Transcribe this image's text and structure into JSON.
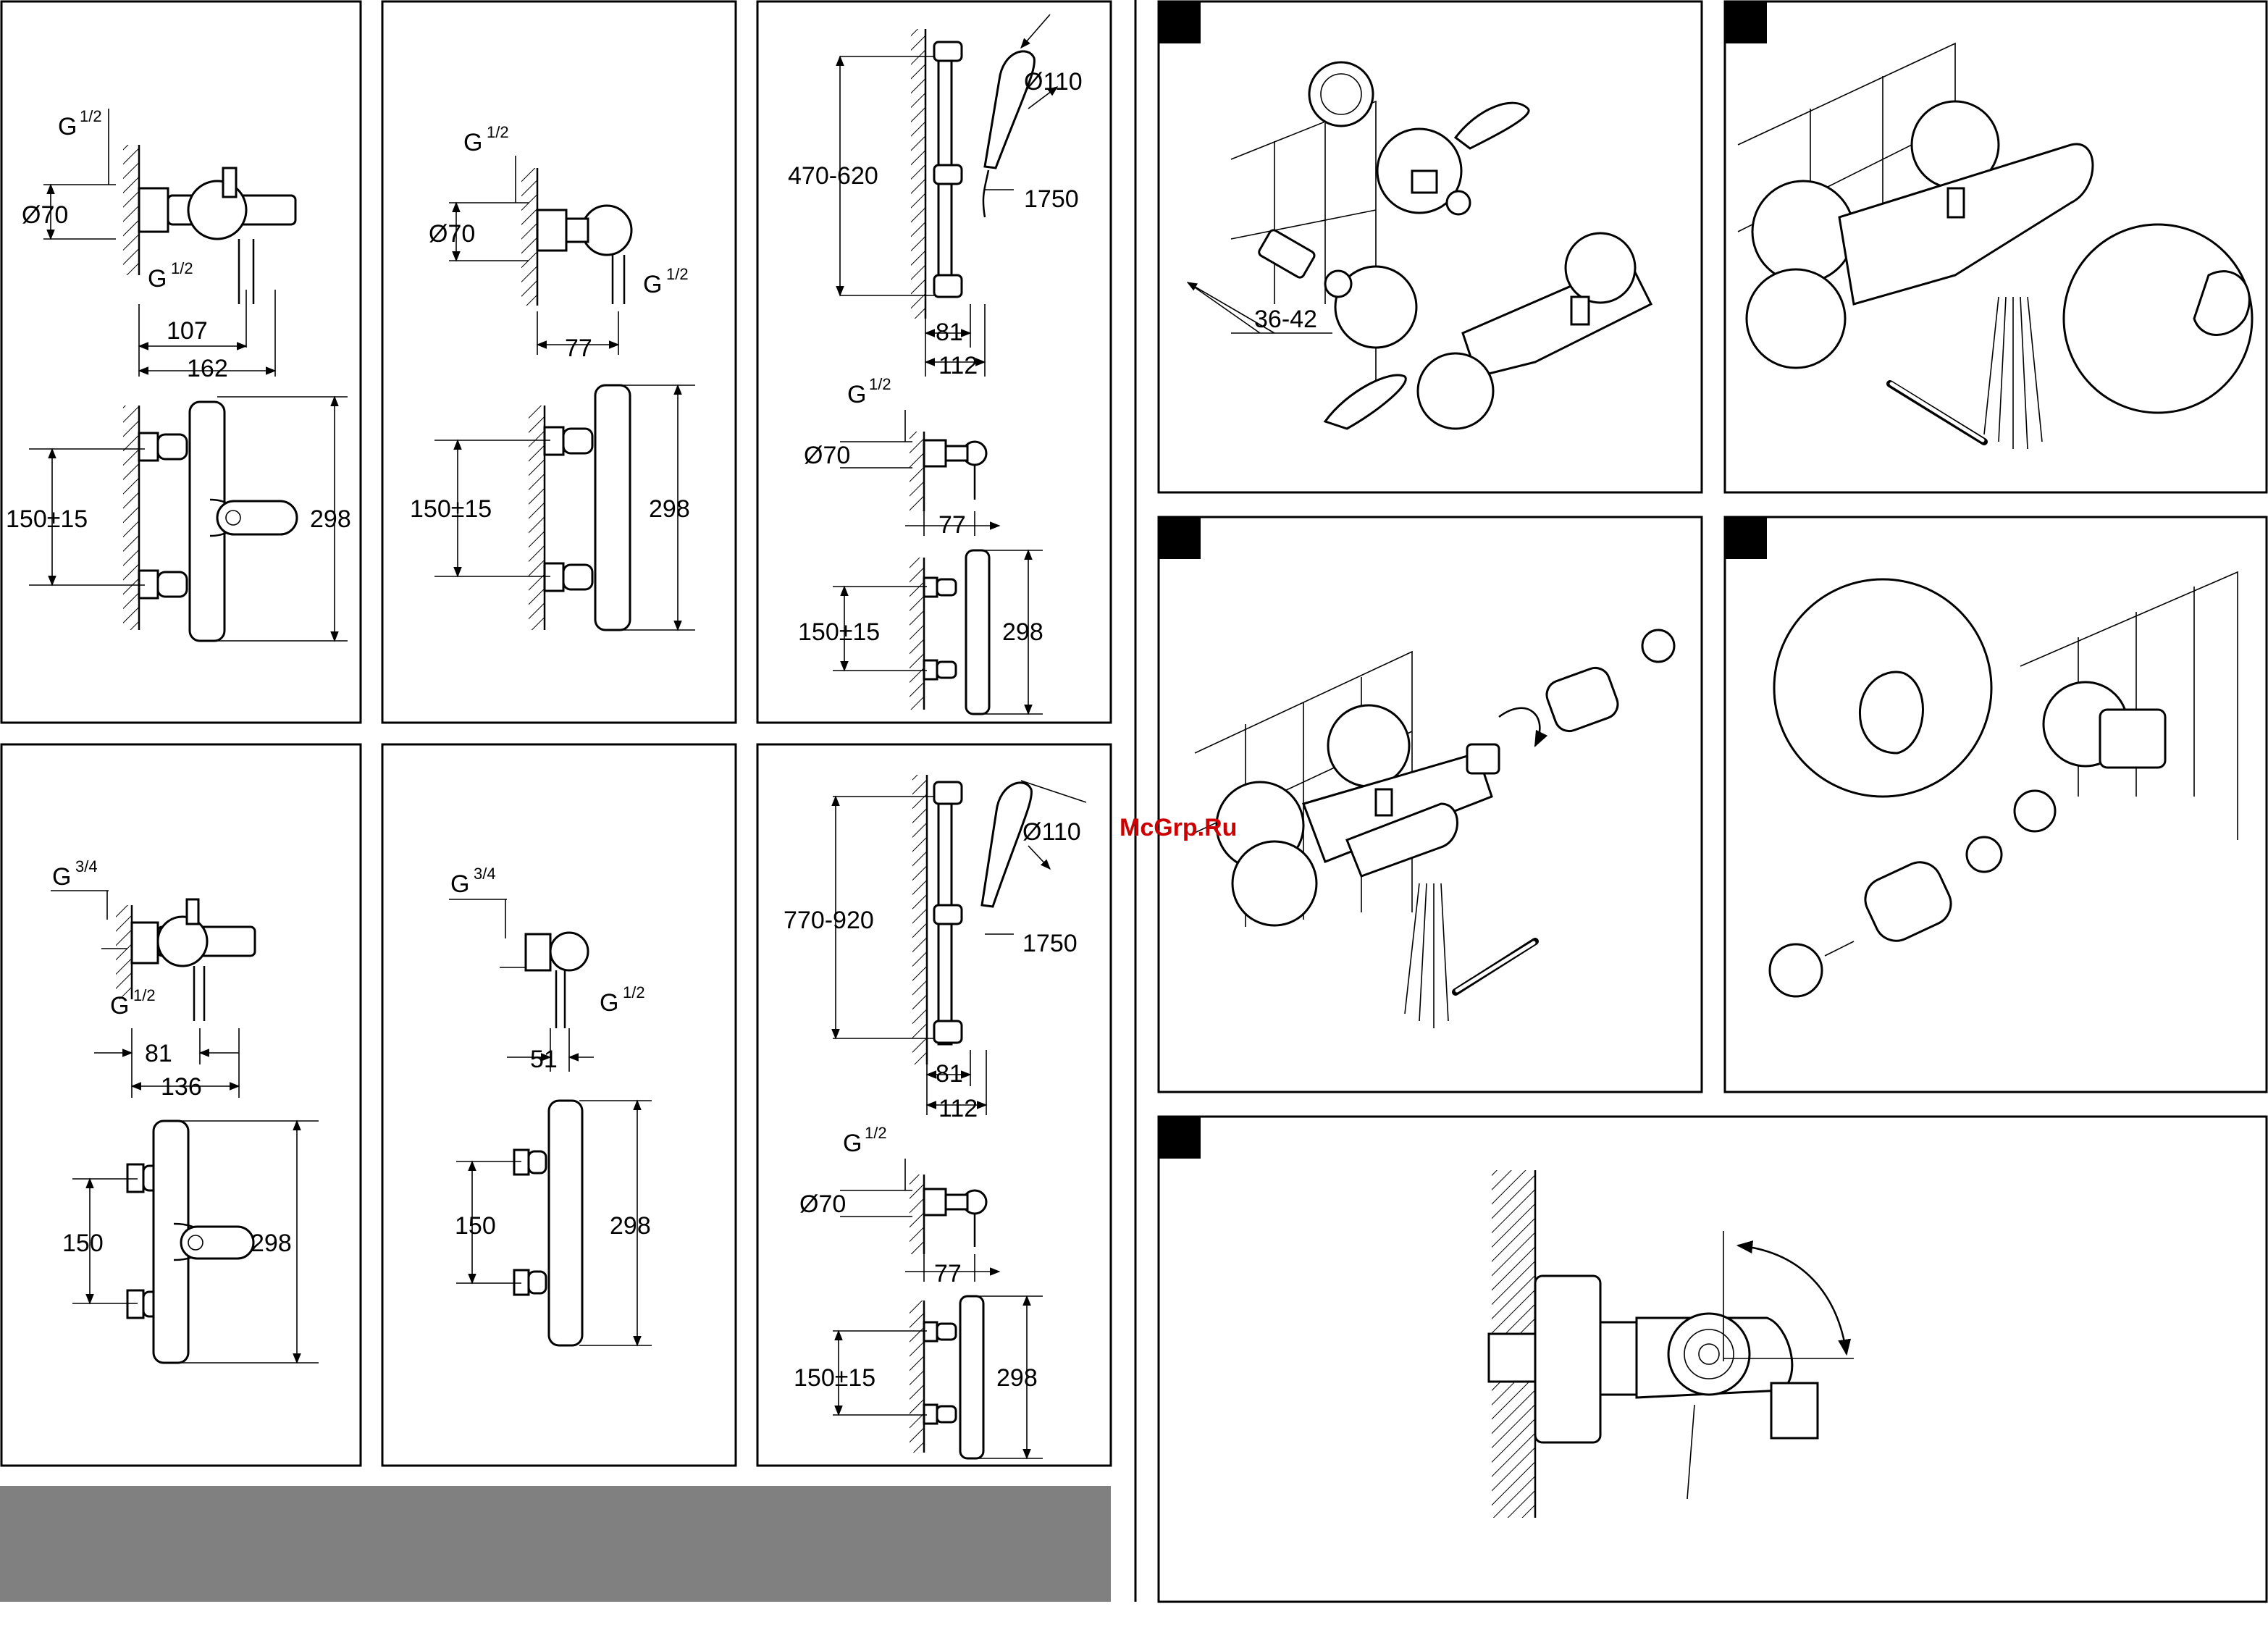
{
  "watermark": "McGrp.Ru",
  "colors": {
    "ink": "#000000",
    "footer": "#808080",
    "watermark": "#cc0000"
  },
  "icons": [
    "wrench-icon",
    "thermometer-icon",
    "water-spray-icon",
    "rotation-arrow-icon"
  ],
  "drawings": {
    "bath_half": {
      "g_top": "G",
      "g_top_frac": "1/2",
      "dia": "Ø70",
      "g_bottom": "G",
      "g_bottom_frac": "1/2",
      "d1": "107",
      "d2": "162",
      "spacing": "150±15",
      "height": "298"
    },
    "shower_half": {
      "g_top": "G",
      "g_top_frac": "1/2",
      "dia": "Ø70",
      "g_bottom": "G",
      "g_bottom_frac": "1/2",
      "d1": "77",
      "spacing": "150±15",
      "height": "298"
    },
    "rail_600": {
      "head": "Ø110",
      "range": "470-620",
      "hose": "1750",
      "d1": "81",
      "d2": "112",
      "g": "G",
      "g_frac": "1/2",
      "dia": "Ø70",
      "d3": "77",
      "spacing": "150±15",
      "height": "298"
    },
    "bath_three_quarter": {
      "g_top": "G",
      "g_top_frac": "3/4",
      "g_bottom": "G",
      "g_bottom_frac": "1/2",
      "d1": "81",
      "d2": "136",
      "spacing": "150",
      "height": "298"
    },
    "shower_three_quarter": {
      "g_top": "G",
      "g_top_frac": "3/4",
      "g_bottom": "G",
      "g_bottom_frac": "1/2",
      "d1": "51",
      "spacing": "150",
      "height": "298"
    },
    "rail_900": {
      "head": "Ø110",
      "range": "770-920",
      "hose": "1750",
      "d1": "81",
      "d2": "112",
      "g": "G",
      "g_frac": "1/2",
      "dia": "Ø70",
      "d3": "77",
      "spacing": "150±15",
      "height": "298"
    },
    "install": {
      "range": "36-42"
    }
  }
}
